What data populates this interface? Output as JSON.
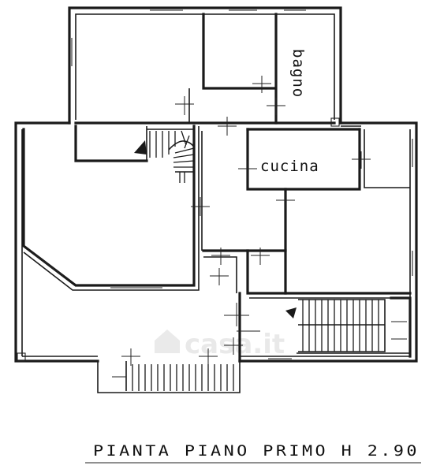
{
  "rooms": {
    "bagno": "bagno",
    "cucina": "cucina"
  },
  "caption": "PIANTA PIANO PRIMO H 2.90",
  "watermark": "casa.it",
  "icons": [
    "house-icon"
  ],
  "colors": {
    "ink": "#1a1a1a",
    "paper": "#ffffff",
    "watermark": "#e9e9e9"
  }
}
